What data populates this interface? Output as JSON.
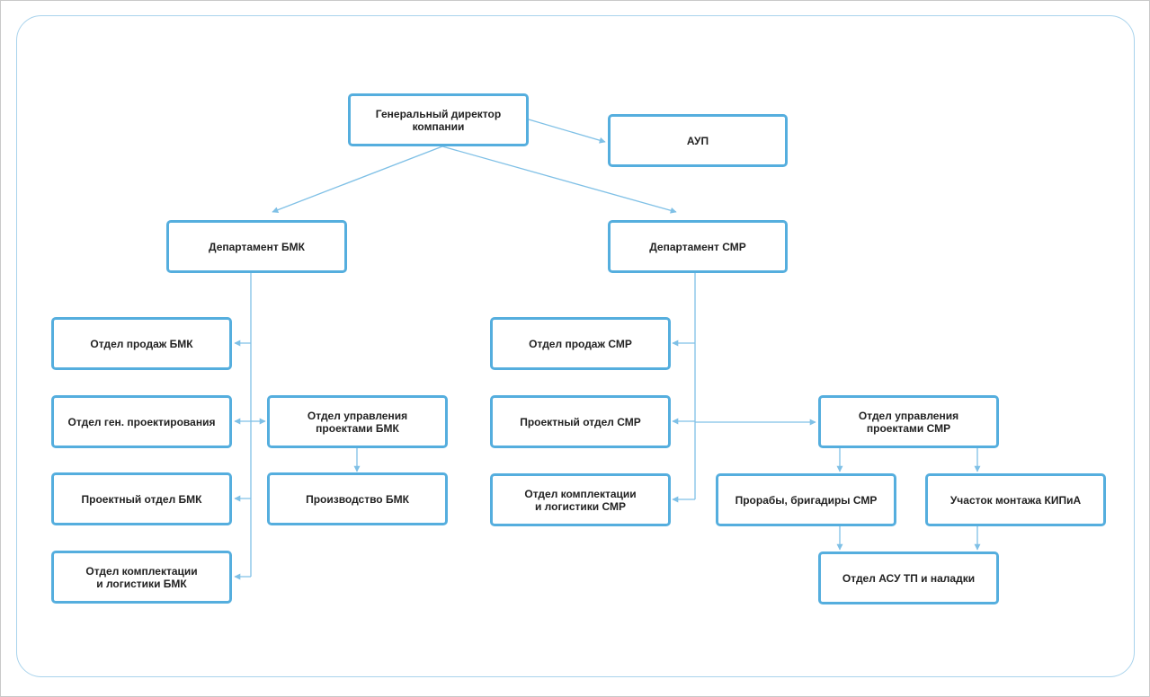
{
  "colors": {
    "box_border": "#55aede",
    "line": "#7fc0e6",
    "text": "#222222",
    "panel_border": "#a9d3ec"
  },
  "nodes": {
    "gen_director": "Генеральный директор\nкомпании",
    "aup": "АУП",
    "dept_bmk": "Департамент БМК",
    "dept_smr": "Департамент СМР",
    "sales_bmk": "Отдел продаж БМК",
    "gen_design": "Отдел ген. проектирования",
    "pm_bmk": "Отдел управления\nпроектами БМК",
    "design_bmk": "Проектный отдел БМК",
    "production_bmk": "Производство БМК",
    "supply_bmk": "Отдел комплектации\nи логистики БМК",
    "sales_smr": "Отдел продаж СМР",
    "design_smr": "Проектный отдел СМР",
    "pm_smr": "Отдел управления\nпроектами СМР",
    "supply_smr": "Отдел комплектации\nи логистики СМР",
    "foremen_smr": "Прорабы, бригадиры СМР",
    "kipia": "Участок монтажа КИПиА",
    "asu_tp": "Отдел АСУ ТП и наладки"
  }
}
